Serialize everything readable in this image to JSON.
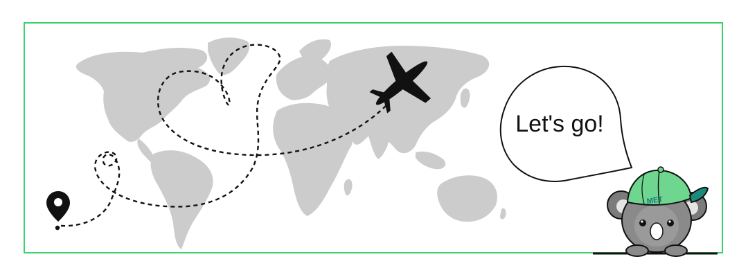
{
  "banner": {
    "speech": "Let's go!",
    "cap_label": "MET",
    "frame_color": "#3ecf6e",
    "land_color": "#cccccc",
    "cap_color": "#6fd690",
    "icons": [
      "map-pin-icon",
      "airplane-icon",
      "koala-mascot"
    ]
  }
}
